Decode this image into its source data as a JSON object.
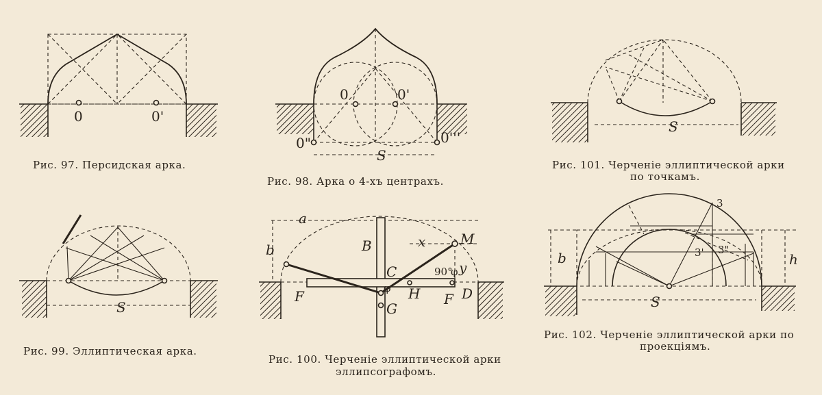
{
  "captions": {
    "fig97": "Рис. 97. Персидская арка.",
    "fig98": "Рис. 98. Арка о 4-хъ центрахъ.",
    "fig101_line1": "Рис. 101. Черченіе эллиптической арки",
    "fig101_line2": "по точкамъ.",
    "fig99": "Рис. 99. Эллиптическая арка.",
    "fig100_line1": "Рис. 100. Черченіе эллиптической арки",
    "fig100_line2": "эллипсографомъ.",
    "fig102_line1": "Рис. 102. Черченіе эллиптической арки по",
    "fig102_line2": "проекціямъ."
  },
  "labels": {
    "fig97": {
      "o_left": "0",
      "o_right": "0'"
    },
    "fig98": {
      "o": "0",
      "o1": "0'",
      "o2": "0\"",
      "o3": "0'''",
      "span": "S"
    },
    "fig101": {
      "span": "S"
    },
    "fig99": {
      "span": "S"
    },
    "fig100": {
      "a": "a",
      "b": "b",
      "B": "B",
      "x": "x",
      "M": "M",
      "C": "C",
      "y": "y",
      "angle": "90°",
      "phi": "φ",
      "F_left": "F",
      "H": "H",
      "F_right": "F",
      "D": "D",
      "G": "G",
      "phi2": "φ"
    },
    "fig102": {
      "b": "b",
      "h": "h",
      "span": "S",
      "p3": "3",
      "p3a": "3'",
      "p3b": "3\""
    }
  },
  "colors": {
    "paper": "#f3ead8",
    "ink": "#2b241c"
  }
}
